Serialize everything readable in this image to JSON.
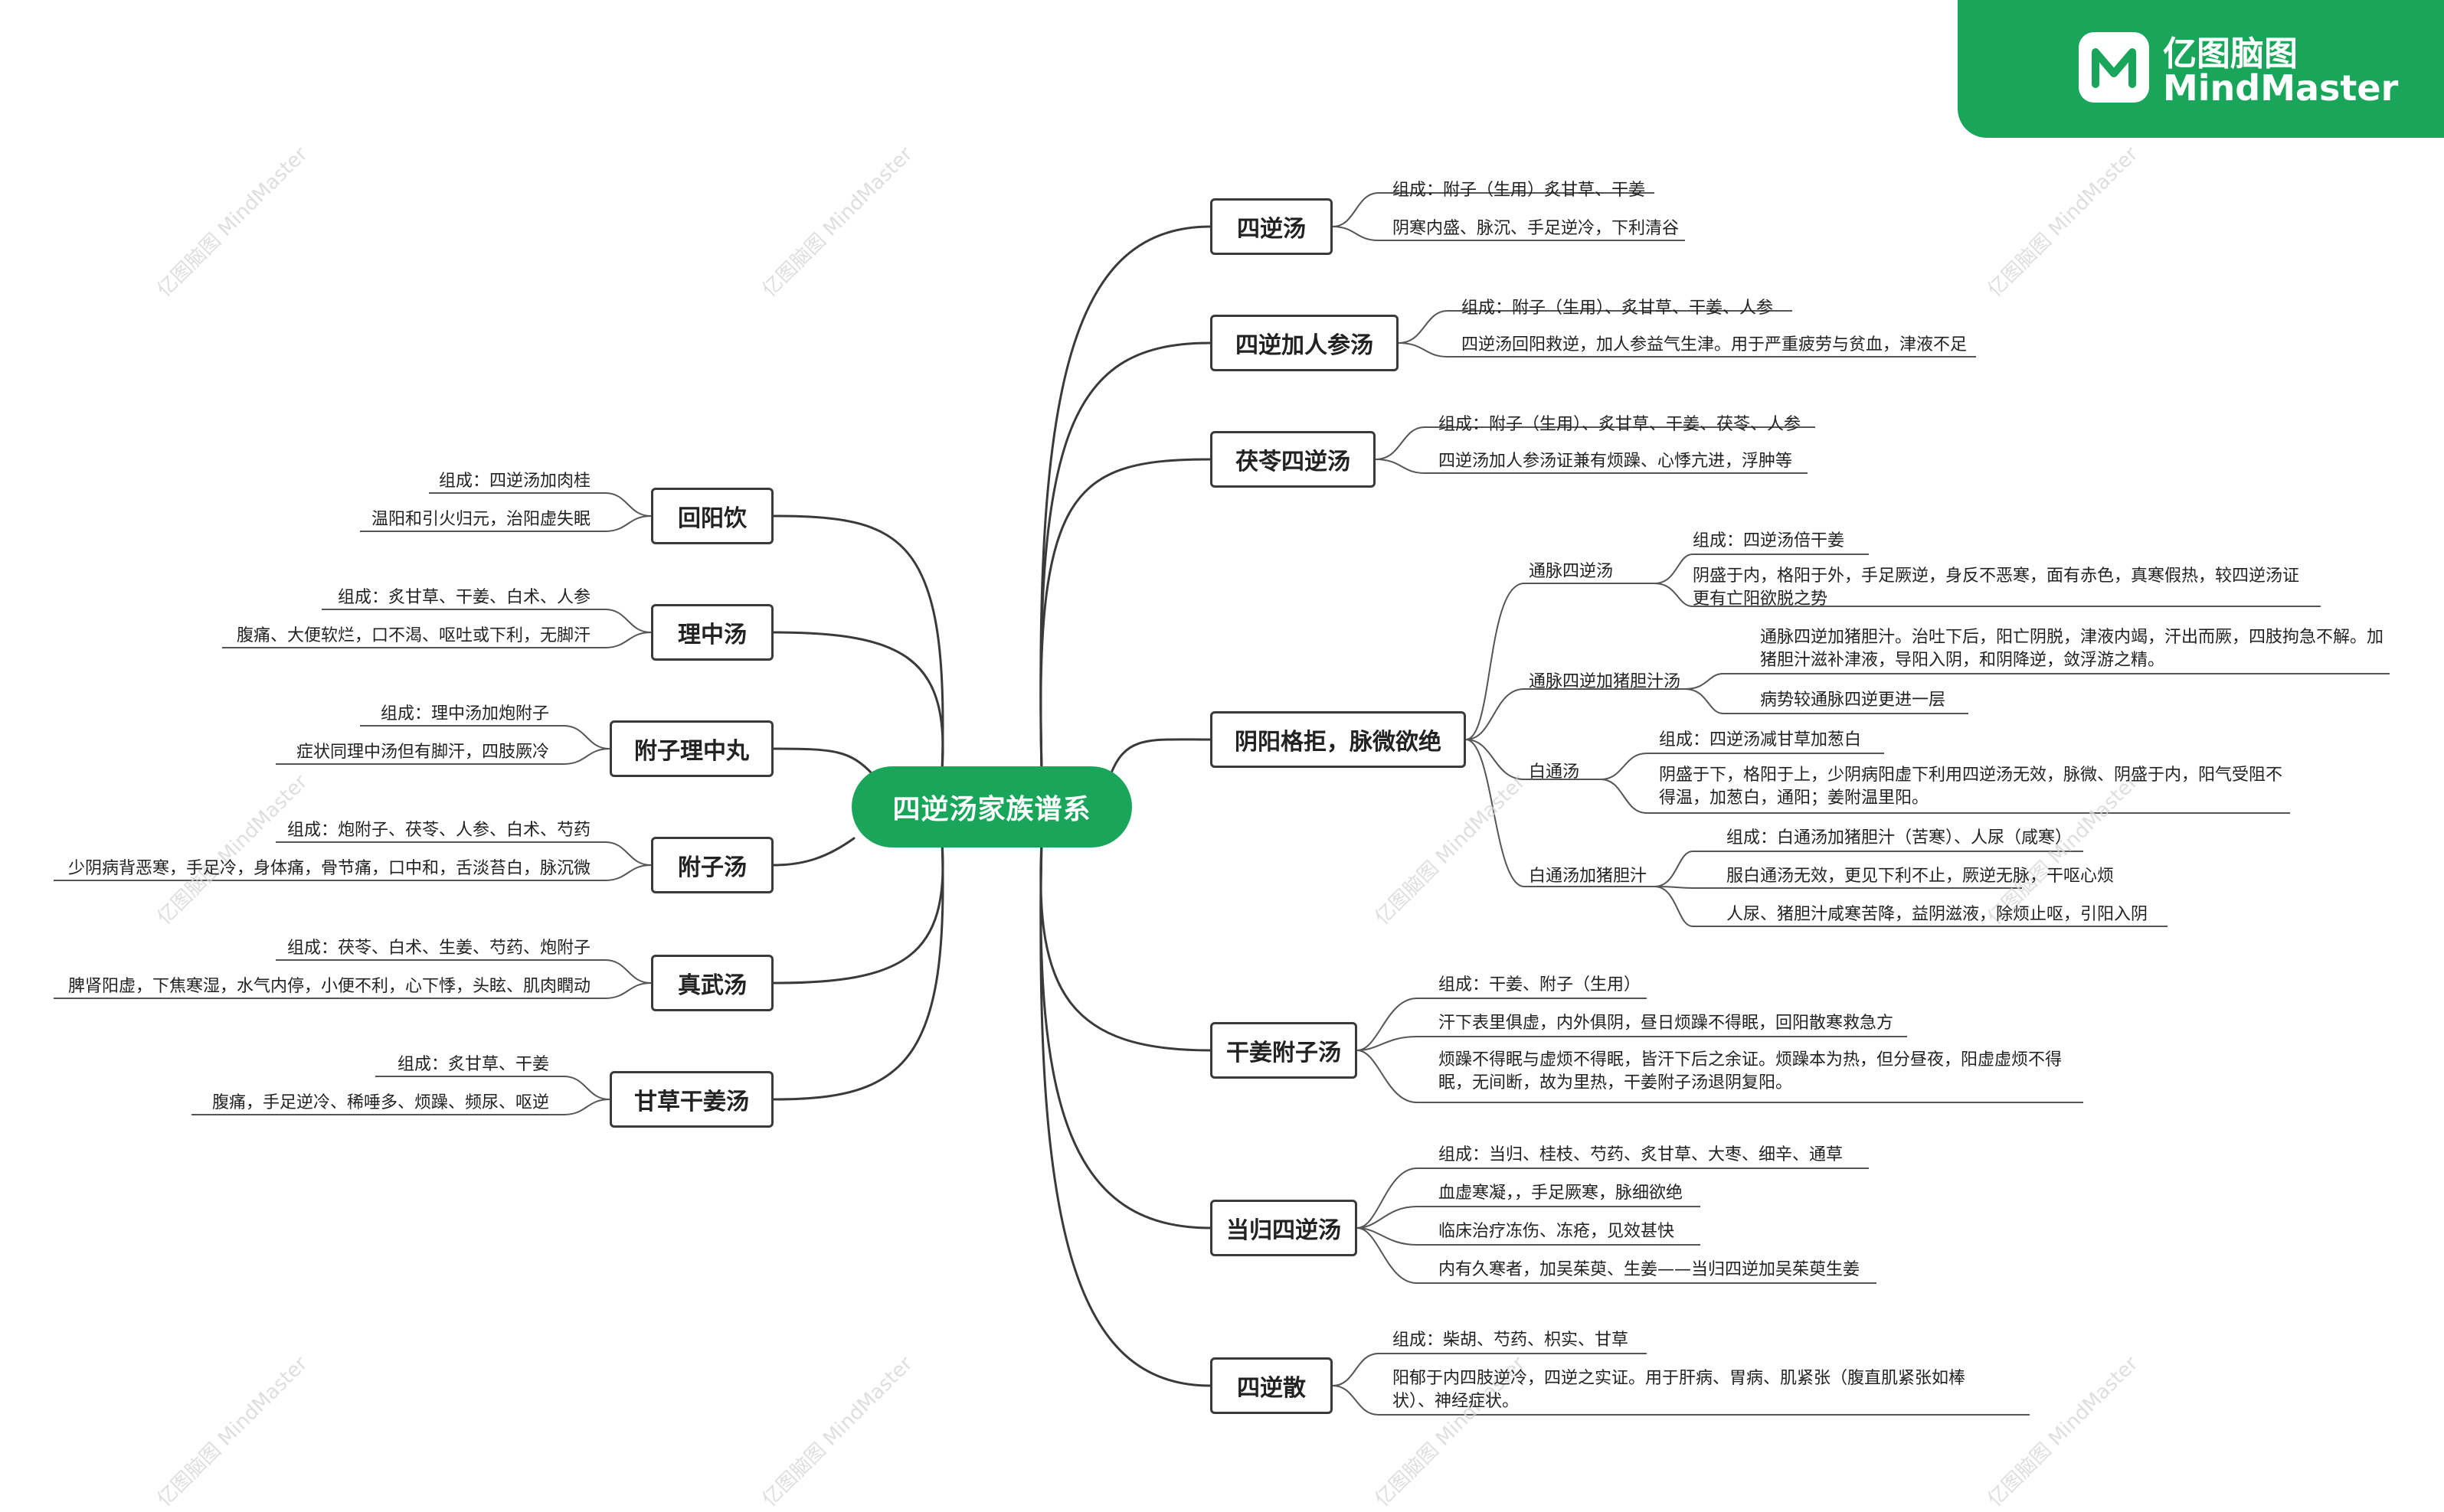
{
  "brand": {
    "name_cn": "亿图脑图",
    "name_en": "MindMaster",
    "color": "#1aa65a"
  },
  "watermark_text": "亿图脑图 MindMaster",
  "root": {
    "label": "四逆汤家族谱系"
  },
  "right": [
    {
      "label": "四逆汤",
      "items": [
        "组成：附子（生用）炙甘草、干姜",
        "阴寒内盛、脉沉、手足逆冷，下利清谷"
      ]
    },
    {
      "label": "四逆加人参汤",
      "items": [
        "组成：附子（生用）、炙甘草、干姜、人参",
        "四逆汤回阳救逆，加人参益气生津。用于严重疲劳与贫血，津液不足"
      ]
    },
    {
      "label": "茯苓四逆汤",
      "items": [
        "组成：附子（生用）、炙甘草、干姜、茯苓、人参",
        "四逆汤加人参汤证兼有烦躁、心悸亢进，浮肿等"
      ]
    },
    {
      "label": "阴阳格拒，脉微欲绝",
      "groups": [
        {
          "label": "通脉四逆汤",
          "items": [
            "组成：四逆汤倍干姜",
            "阴盛于内，格阳于外，手足厥逆，身反不恶寒，面有赤色，真寒假热，较四逆汤证更有亡阳欲脱之势"
          ]
        },
        {
          "label": "通脉四逆加猪胆汁汤",
          "items": [
            "通脉四逆加猪胆汁。治吐下后，阳亡阴脱，津液内竭，汗出而厥，四肢拘急不解。加猪胆汁滋补津液，导阳入阴，和阴降逆，敛浮游之精。",
            "病势较通脉四逆更进一层"
          ]
        },
        {
          "label": "白通汤",
          "items": [
            "组成：四逆汤减甘草加葱白",
            "阴盛于下，格阳于上，少阴病阳虚下利用四逆汤无效，脉微、阴盛于内，阳气受阻不得温，加葱白，通阳；姜附温里阳。"
          ]
        },
        {
          "label": "白通汤加猪胆汁",
          "items": [
            "组成：白通汤加猪胆汁（苦寒）、人尿（咸寒）",
            "服白通汤无效，更见下利不止，厥逆无脉，干呕心烦",
            "人尿、猪胆汁咸寒苦降，益阴滋液，除烦止呕，引阳入阴"
          ]
        }
      ]
    },
    {
      "label": "干姜附子汤",
      "items": [
        "组成：干姜、附子（生用）",
        "汗下表里俱虚，内外俱阴，昼日烦躁不得眠，回阳散寒救急方",
        "烦躁不得眠与虚烦不得眠，皆汗下后之余证。烦躁本为热，但分昼夜，阳虚虚烦不得眠，无间断，故为里热，干姜附子汤退阴复阳。"
      ]
    },
    {
      "label": "当归四逆汤",
      "items": [
        "组成：当归、桂枝、芍药、炙甘草、大枣、细辛、通草",
        "血虚寒凝，，手足厥寒，脉细欲绝",
        "临床治疗冻伤、冻疮，见效甚快",
        "内有久寒者，加吴茱萸、生姜——当归四逆加吴茱萸生姜"
      ]
    },
    {
      "label": "四逆散",
      "items": [
        "组成：柴胡、芍药、枳实、甘草",
        "阳郁于内四肢逆冷，四逆之实证。用于肝病、胃病、肌紧张（腹直肌紧张如棒状）、神经症状。"
      ]
    }
  ],
  "left": [
    {
      "label": "回阳饮",
      "items": [
        "组成：四逆汤加肉桂",
        "温阳和引火归元，治阳虚失眠"
      ]
    },
    {
      "label": "理中汤",
      "items": [
        "组成：炙甘草、干姜、白术、人参",
        "腹痛、大便软烂，口不渴、呕吐或下利，无脚汗"
      ]
    },
    {
      "label": "附子理中丸",
      "items": [
        "组成：理中汤加炮附子",
        "症状同理中汤但有脚汗，四肢厥冷"
      ]
    },
    {
      "label": "附子汤",
      "items": [
        "组成：炮附子、茯苓、人参、白术、芍药",
        "少阴病背恶寒，手足冷，身体痛，骨节痛，口中和，舌淡苔白，脉沉微"
      ]
    },
    {
      "label": "真武汤",
      "items": [
        "组成：茯苓、白术、生姜、芍药、炮附子",
        "脾肾阳虚，下焦寒湿，水气内停，小便不利，心下悸，头眩、肌肉瞤动"
      ]
    },
    {
      "label": "甘草干姜汤",
      "items": [
        "组成：炙甘草、干姜",
        "腹痛，手足逆冷、稀唾多、烦躁、频尿、呕逆"
      ]
    }
  ]
}
